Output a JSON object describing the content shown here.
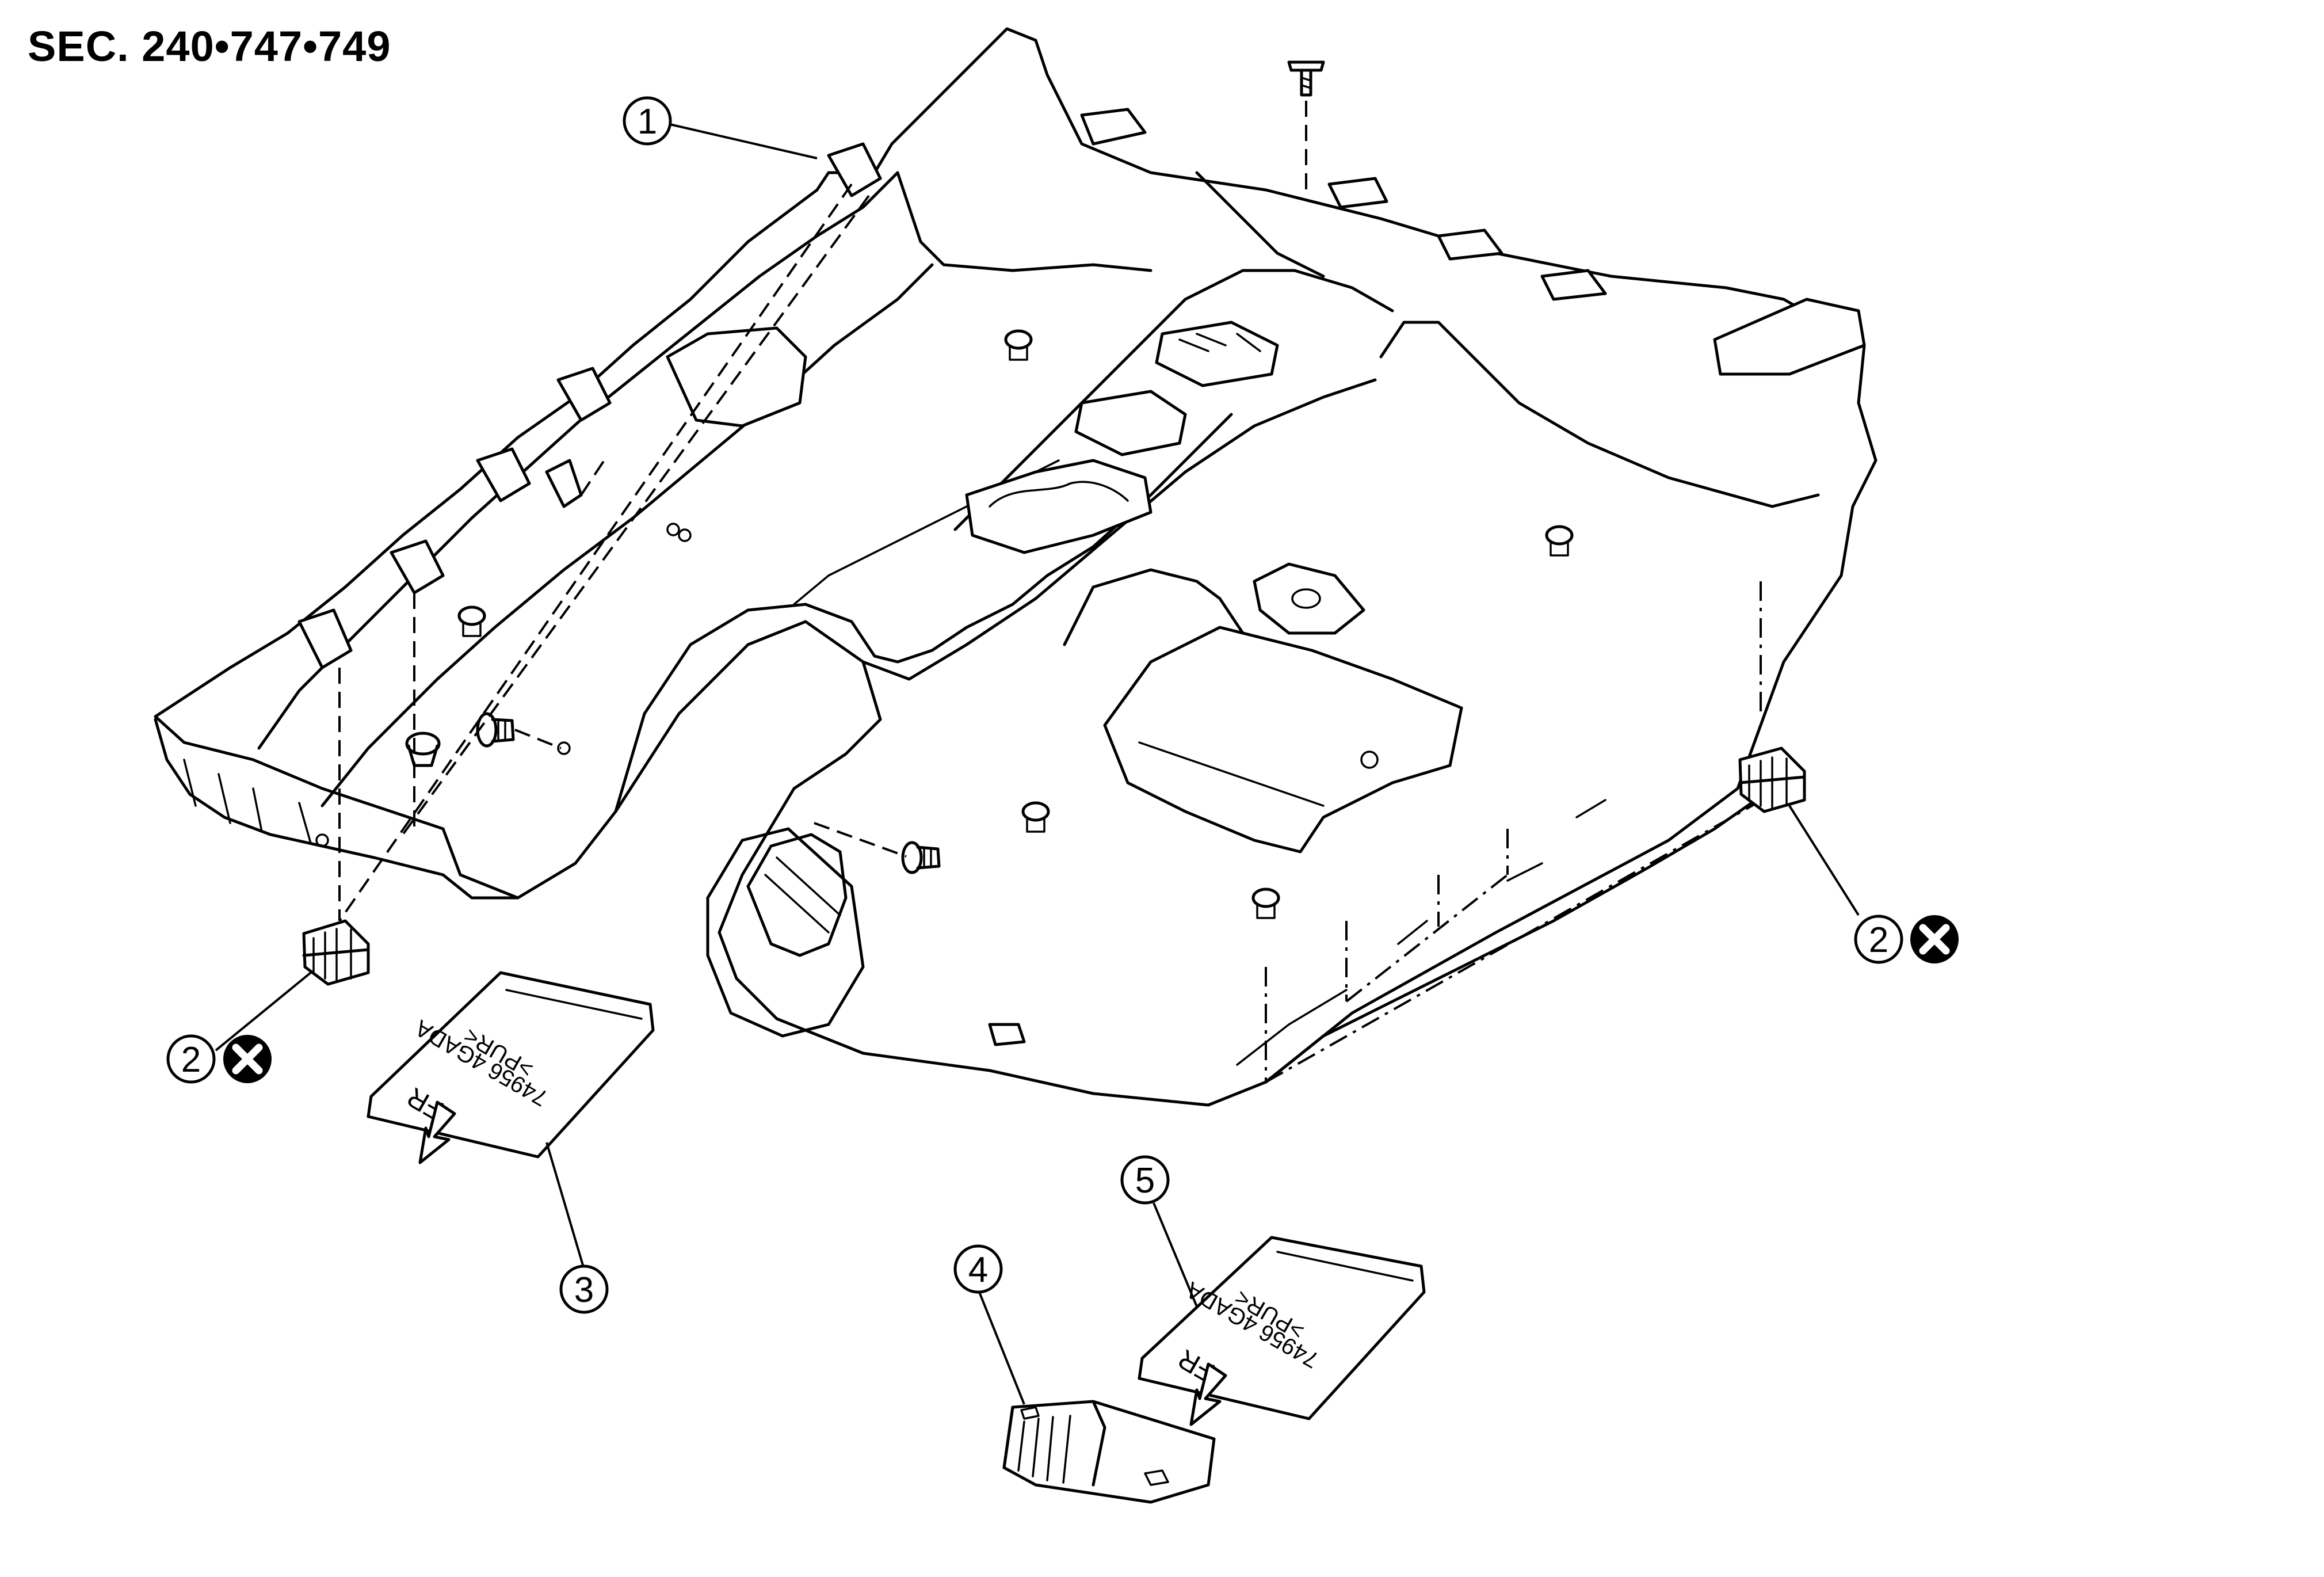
{
  "header": {
    "section_label": "SEC. 240•747•749"
  },
  "callouts": [
    {
      "id": "1",
      "label": "1"
    },
    {
      "id": "2a",
      "label": "2",
      "marker": "replace-part-icon"
    },
    {
      "id": "2b",
      "label": "2",
      "marker": "replace-part-icon"
    },
    {
      "id": "3",
      "label": "3"
    },
    {
      "id": "4",
      "label": "4"
    },
    {
      "id": "5",
      "label": "5"
    }
  ],
  "parts": {
    "mat_left": {
      "line1": "FR",
      "line2": "74956 4GADA",
      "line3": ">PUR<"
    },
    "mat_right": {
      "line1": "FR",
      "line2": "74956 4GADA",
      "line3": ">PUR<"
    }
  },
  "colors": {
    "line": "#000000",
    "background": "#ffffff",
    "marker_fill": "#000000"
  }
}
